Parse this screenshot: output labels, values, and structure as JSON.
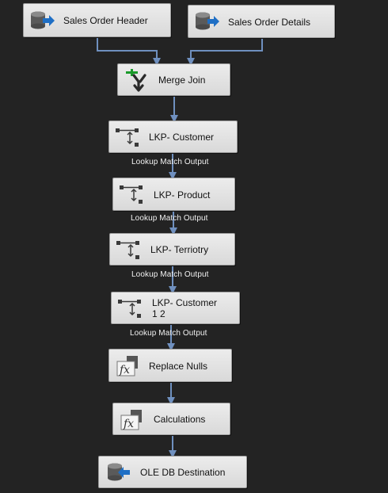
{
  "data_flow": {
    "components": [
      {
        "id": "sales_order_header",
        "label": "Sales Order Header",
        "icon": "ole-db-source-icon"
      },
      {
        "id": "sales_order_details",
        "label": "Sales Order Details",
        "icon": "ole-db-source-icon"
      },
      {
        "id": "merge_join",
        "label": "Merge Join",
        "icon": "merge-join-icon"
      },
      {
        "id": "lkp_customer",
        "label": "LKP- Customer",
        "icon": "lookup-icon"
      },
      {
        "id": "lkp_product",
        "label": "LKP- Product",
        "icon": "lookup-icon"
      },
      {
        "id": "lkp_territory",
        "label": "LKP- Terriotry",
        "icon": "lookup-icon"
      },
      {
        "id": "lkp_customer_12",
        "label": "LKP- Customer\n1 2",
        "icon": "lookup-icon"
      },
      {
        "id": "replace_nulls",
        "label": "Replace Nulls",
        "icon": "derived-column-icon"
      },
      {
        "id": "calculations",
        "label": "Calculations",
        "icon": "derived-column-icon"
      },
      {
        "id": "ole_db_destination",
        "label": "OLE DB Destination",
        "icon": "ole-db-destination-icon"
      }
    ],
    "path_labels": [
      "Lookup Match Output",
      "Lookup Match Output",
      "Lookup Match Output",
      "Lookup Match Output"
    ],
    "colors": {
      "canvas_background": "#232323",
      "task_fill": "#e2e2e2",
      "connector": "#6f90bf",
      "label_text": "#f2f2f2",
      "source_arrow": "#1f6fc5",
      "merge_plus": "#1a9a2a"
    }
  }
}
